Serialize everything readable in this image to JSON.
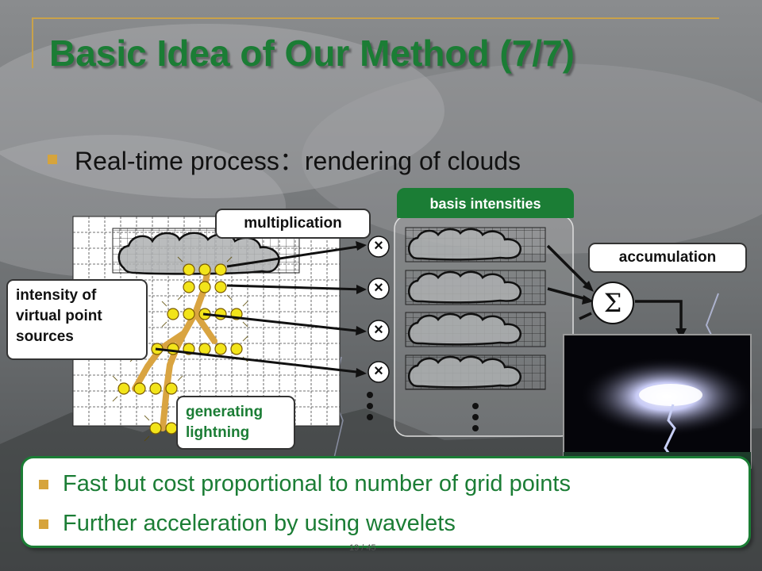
{
  "slide": {
    "title": "Basic Idea of Our Method (7/7)",
    "bullet": "Real-time process：rendering of clouds",
    "page_number": "19 / 45"
  },
  "labels": {
    "basis_intensities": "basis intensities",
    "multiplication": "multiplication",
    "accumulation": "accumulation",
    "intensity_of_vps": [
      "intensity of",
      "virtual point",
      "sources"
    ],
    "generating_lightning": [
      "generating",
      "lightning"
    ]
  },
  "symbols": {
    "times": "×",
    "sigma": "Σ"
  },
  "summary": [
    "Fast but cost proportional to number of grid points",
    "Further acceleration by using wavelets"
  ],
  "colors": {
    "title_green": "#1b7d35",
    "bullet_gold": "#d6a43c",
    "lightning_orange": "#d9a441",
    "point_yellow": "#f2e41a"
  }
}
